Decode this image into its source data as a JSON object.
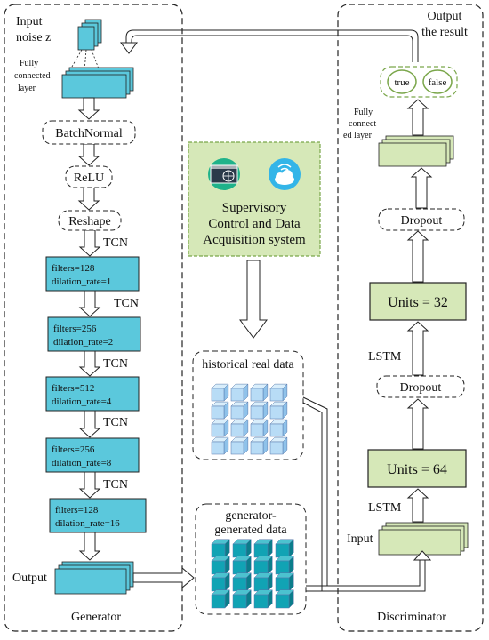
{
  "generator": {
    "input_label_1": "Input",
    "input_label_2": "noise z",
    "fc_label_1": "Fully",
    "fc_label_2": "connected",
    "fc_label_3": "layer",
    "batchnorm": "BatchNormal",
    "relu": "ReLU",
    "reshape": "Reshape",
    "tcn_label": "TCN",
    "tcn_blocks": [
      {
        "filters": "filters=128",
        "dilation": "dilation_rate=1"
      },
      {
        "filters": "filters=256",
        "dilation": "dilation_rate=2"
      },
      {
        "filters": "filters=512",
        "dilation": "dilation_rate=4"
      },
      {
        "filters": "filters=256",
        "dilation": "dilation_rate=8"
      },
      {
        "filters": "filters=128",
        "dilation": "dilation_rate=16"
      }
    ],
    "output_label": "Output",
    "title": "Generator"
  },
  "middle": {
    "scada_1": "Supervisory",
    "scada_2": "Control and Data",
    "scada_3": "Acquisition system",
    "historical": "historical real data",
    "generated_1": "generator-",
    "generated_2": "generated data"
  },
  "discriminator": {
    "output_1": "Output",
    "output_2": "the result",
    "true_label": "true",
    "false_label": "false",
    "fc_1": "Fully",
    "fc_2": "connect",
    "fc_3": "ed layer",
    "dropout": "Dropout",
    "units_32": "Units = 32",
    "lstm": "LSTM",
    "units_64": "Units = 64",
    "input": "Input",
    "title": "Discriminator"
  },
  "colors": {
    "teal": "#5bc8dc",
    "green_fill": "#d6e8b8",
    "green_border": "#7aa64a",
    "cube_blue": "#b8dcf6",
    "cube_teal": "#11a3b4"
  }
}
